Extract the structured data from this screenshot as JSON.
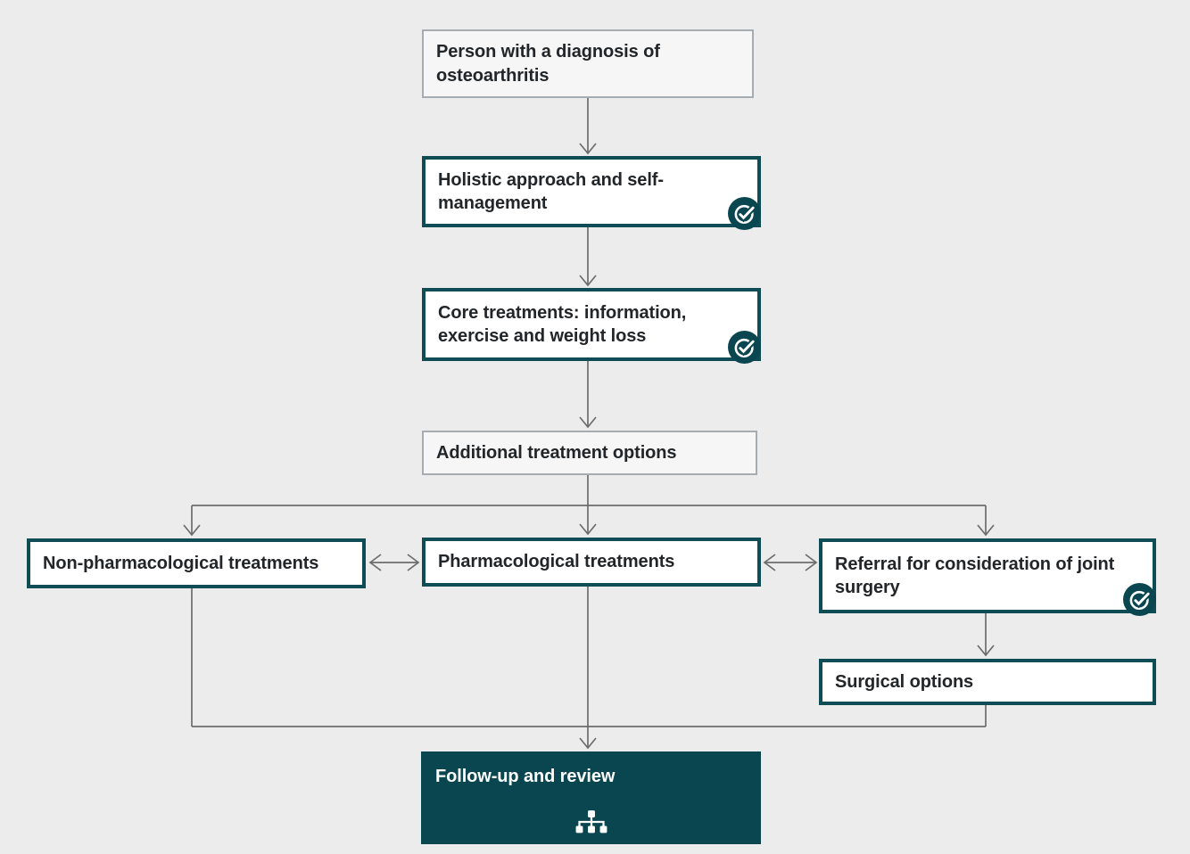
{
  "colors": {
    "background": "#ececec",
    "teal_border": "#0e4d56",
    "teal_fill": "#0a4650",
    "plain_box_bg": "#f6f6f6",
    "plain_box_border": "#a6adb2",
    "arrow": "#6d6d6d",
    "text": "#222629",
    "text_inverse": "#ffffff"
  },
  "flowchart": {
    "nodes": [
      {
        "id": "person-with-diagnosis",
        "label": "Person with a diagnosis of osteoarthritis",
        "style": "plain",
        "has_check_badge": false
      },
      {
        "id": "holistic-approach",
        "label": "Holistic approach and self-management",
        "style": "outlined",
        "has_check_badge": true
      },
      {
        "id": "core-treatments",
        "label": "Core treatments: information, exercise and weight loss",
        "style": "outlined",
        "has_check_badge": true
      },
      {
        "id": "additional-treatment-options",
        "label": "Additional treatment options",
        "style": "plain",
        "has_check_badge": false
      },
      {
        "id": "non-pharmacological-treatments",
        "label": "Non-pharmacological treatments",
        "style": "outlined",
        "has_check_badge": false
      },
      {
        "id": "pharmacological-treatments",
        "label": "Pharmacological treatments",
        "style": "outlined",
        "has_check_badge": false
      },
      {
        "id": "referral-joint-surgery",
        "label": "Referral for consideration of joint surgery",
        "style": "outlined",
        "has_check_badge": true
      },
      {
        "id": "surgical-options",
        "label": "Surgical options",
        "style": "outlined",
        "has_check_badge": false
      },
      {
        "id": "follow-up-review",
        "label": "Follow-up and review",
        "style": "filled",
        "icon": "sitemap-icon"
      }
    ],
    "icons": {
      "check_badge": "circled-check-icon",
      "follow_up": "sitemap-icon"
    }
  }
}
